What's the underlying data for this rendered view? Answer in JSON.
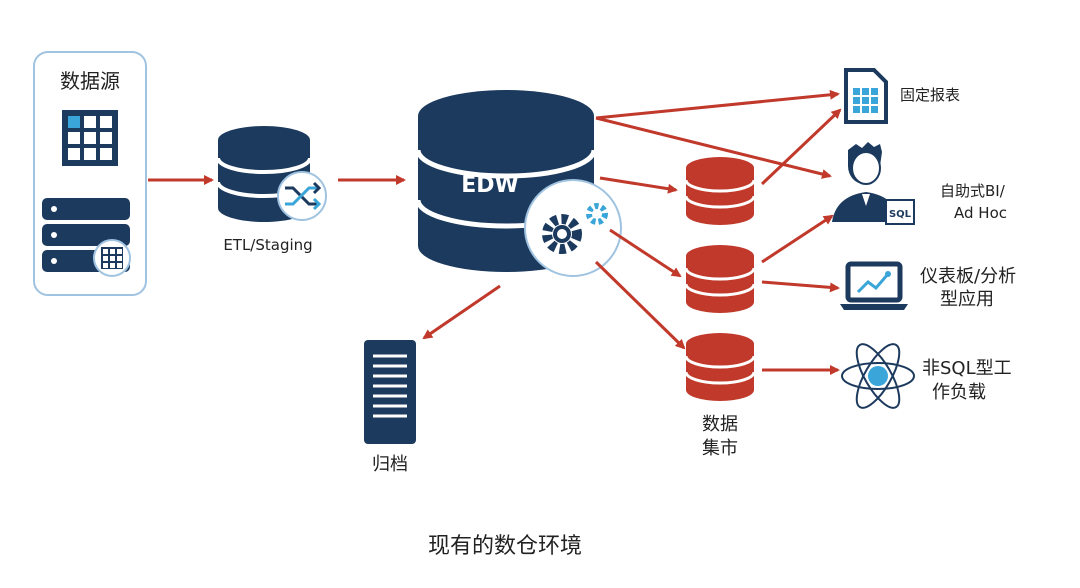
{
  "source": {
    "title": "数据源"
  },
  "etl": {
    "label": "ETL/Staging"
  },
  "edw": {
    "label": "EDW"
  },
  "archive": {
    "label": "归档"
  },
  "datamart": {
    "label_line1": "数据",
    "label_line2": "集市"
  },
  "consumers": {
    "reports": {
      "label": "固定报表"
    },
    "selfservice": {
      "line1": "自助式BI/",
      "line2": "Ad Hoc",
      "badge": "SQL"
    },
    "dashboard": {
      "line1": "仪表板/分析",
      "line2": "型应用"
    },
    "nosql": {
      "line1": "非SQL型工",
      "line2": "作负载"
    }
  },
  "caption": "现有的数仓环境",
  "colors": {
    "navy": "#1c3a5e",
    "red": "#c0392b",
    "arrow": "#c0392b",
    "light_blue": "#3aa5d8",
    "border": "#9fc3e0"
  },
  "icons": [
    "grid-icon",
    "server-rack-icon",
    "database-icon",
    "shuffle-icon",
    "gear-icon",
    "file-report-icon",
    "person-icon",
    "laptop-chart-icon",
    "atom-icon",
    "archive-server-icon"
  ]
}
